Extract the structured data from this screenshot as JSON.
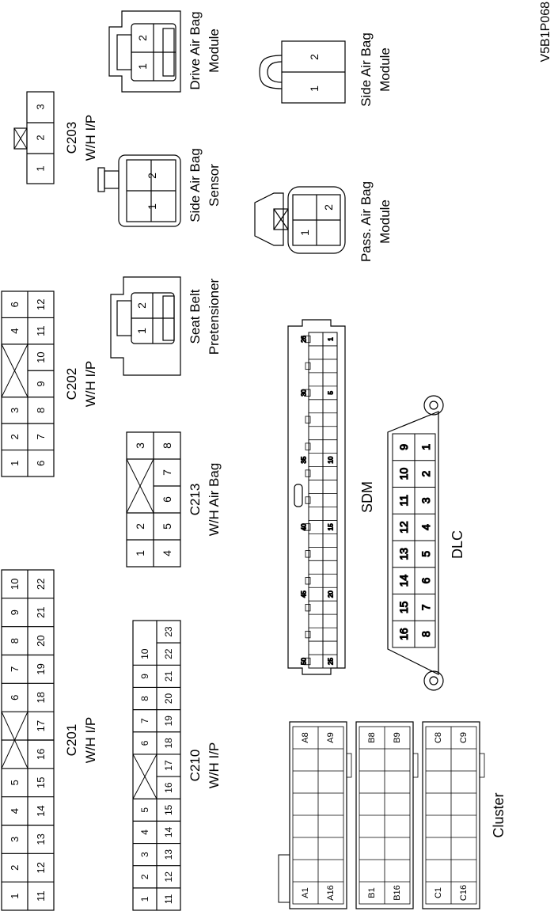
{
  "figure_id": "V5B1P068",
  "connectors": {
    "c201": {
      "name": "C201",
      "sub": "W/H I/P",
      "rows": [
        [
          "1",
          "2",
          "3",
          "4",
          "5",
          "",
          "6",
          "7",
          "8",
          "9",
          "10"
        ],
        [
          "11",
          "12",
          "13",
          "14",
          "15",
          "16",
          "17",
          "18",
          "19",
          "20",
          "21",
          "22"
        ]
      ]
    },
    "c202": {
      "name": "C202",
      "sub": "W/H I/P",
      "rows": [
        [
          "1",
          "2",
          "3",
          "",
          "4",
          "6"
        ],
        [
          "6",
          "7",
          "8",
          "9",
          "10",
          "11",
          "12"
        ]
      ]
    },
    "c203": {
      "name": "C203",
      "sub": "W/H I/P",
      "pins": [
        "1",
        "2",
        "3"
      ]
    },
    "c210": {
      "name": "C210",
      "sub": "W/H I/P",
      "rows": [
        [
          "1",
          "2",
          "3",
          "4",
          "5",
          "",
          "6",
          "7",
          "8",
          "9",
          "10"
        ],
        [
          "11",
          "12",
          "13",
          "14",
          "15",
          "16",
          "17",
          "18",
          "19",
          "20",
          "21",
          "22",
          "23"
        ]
      ]
    },
    "c213": {
      "name": "C213",
      "sub": "W/H Air Bag",
      "rows": [
        [
          "1",
          "2",
          "",
          "3"
        ],
        [
          "4",
          "5",
          "6",
          "7",
          "8"
        ]
      ]
    }
  },
  "components": {
    "seat_belt": {
      "l1": "Seat Belt",
      "l2": "Pretensioner",
      "pins": [
        "1",
        "2"
      ]
    },
    "side_sensor": {
      "l1": "Side Air Bag",
      "l2": "Sensor",
      "pins": [
        "1",
        "2"
      ]
    },
    "drive_module": {
      "l1": "Drive Air Bag",
      "l2": "Module",
      "pins": [
        "1",
        "2"
      ]
    },
    "pass_module": {
      "l1": "Pass. Air Bag",
      "l2": "Module",
      "pins": [
        "1",
        "2"
      ]
    },
    "side_module": {
      "l1": "Side Air Bag",
      "l2": "Module",
      "pins": [
        "1",
        "2"
      ]
    },
    "sdm": {
      "name": "SDM",
      "top_marks": [
        "26",
        "30",
        "35",
        "40",
        "45",
        "50"
      ],
      "bottom_marks": [
        "1",
        "5",
        "10",
        "15",
        "20",
        "25"
      ]
    },
    "dlc": {
      "name": "DLC",
      "top": [
        "9",
        "10",
        "11",
        "12",
        "13",
        "14",
        "15",
        "16"
      ],
      "bottom": [
        "1",
        "2",
        "3",
        "4",
        "5",
        "6",
        "7",
        "8"
      ]
    },
    "cluster": {
      "name": "Cluster",
      "blocks": [
        {
          "tl": "A8",
          "tr": "A9",
          "bl": "A1",
          "br": "A16"
        },
        {
          "tl": "B8",
          "tr": "B9",
          "bl": "B1",
          "br": "B16"
        },
        {
          "tl": "C8",
          "tr": "C9",
          "bl": "C1",
          "br": "C16"
        }
      ]
    }
  }
}
